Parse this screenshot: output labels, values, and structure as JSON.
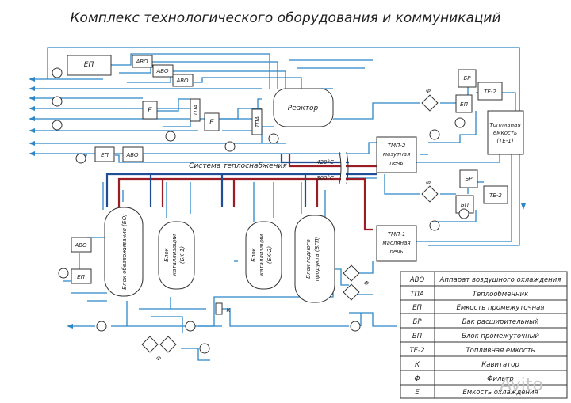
{
  "title": "Комплекс технологического оборудования и коммуникаций",
  "equipment": {
    "ep_top": "ЕП",
    "avo_1": "АВО",
    "avo_2": "АВО",
    "avo_3": "АВО",
    "e_1": "Е",
    "tpa_1": "ТПА",
    "e_2": "Е",
    "tpa_2": "ТПА",
    "reactor": "Реактор",
    "ep_mid": "ЕП",
    "avo_mid": "АВО",
    "f_top": "Ф",
    "br_top": "БР",
    "bp_top": "БП",
    "te2_top": "ТЕ-2",
    "fuel_tank_lines": [
      "Топливная",
      "емкость",
      "(ТЕ-1)"
    ],
    "tmp2_lines": [
      "ТМП-2",
      "мазутная",
      "печь"
    ],
    "f_mid": "Ф",
    "br_mid": "БР",
    "bp_mid": "БП",
    "te2_mid": "ТЕ-2",
    "tmp1_lines": [
      "ТМП-1",
      "масляная",
      "печь"
    ],
    "avo_left": "АВО",
    "ep_left": "ЕП",
    "col_go": "Блок обезвоживания (БО)",
    "col_bk1_lines": [
      "Блок",
      "каталлизации",
      "(БК-1)"
    ],
    "col_bk2_lines": [
      "Блок",
      "каталлизации",
      "(БК-2)"
    ],
    "col_bgp_lines": [
      "Блок годного",
      "продукта (БГП)"
    ],
    "f_right": "Ф",
    "k": "К",
    "f_bottom": "Ф"
  },
  "labels": {
    "heat_system": "Система теплоснабжения",
    "temp_420": "420°С",
    "temp_300": "300°С"
  },
  "legend": [
    {
      "key": "АВО",
      "value": "Аппарат воздушного охлаждения"
    },
    {
      "key": "ТПА",
      "value": "Теплообменник"
    },
    {
      "key": "ЕП",
      "value": "Емкость промежуточная"
    },
    {
      "key": "БР",
      "value": "Бак расширительный"
    },
    {
      "key": "БП",
      "value": "Блок промежуточный"
    },
    {
      "key": "ТЕ-2",
      "value": "Топливная емкость"
    },
    {
      "key": "К",
      "value": "Кавитатор"
    },
    {
      "key": "Ф",
      "value": "Фильтр"
    },
    {
      "key": "Е",
      "value": "Емкость охлаждения"
    }
  ],
  "watermark": "Avito",
  "colors": {
    "line": "#2b87c8",
    "heat_blue": "#1f4e96",
    "heat_red": "#9b1c22",
    "outline": "#333333"
  }
}
